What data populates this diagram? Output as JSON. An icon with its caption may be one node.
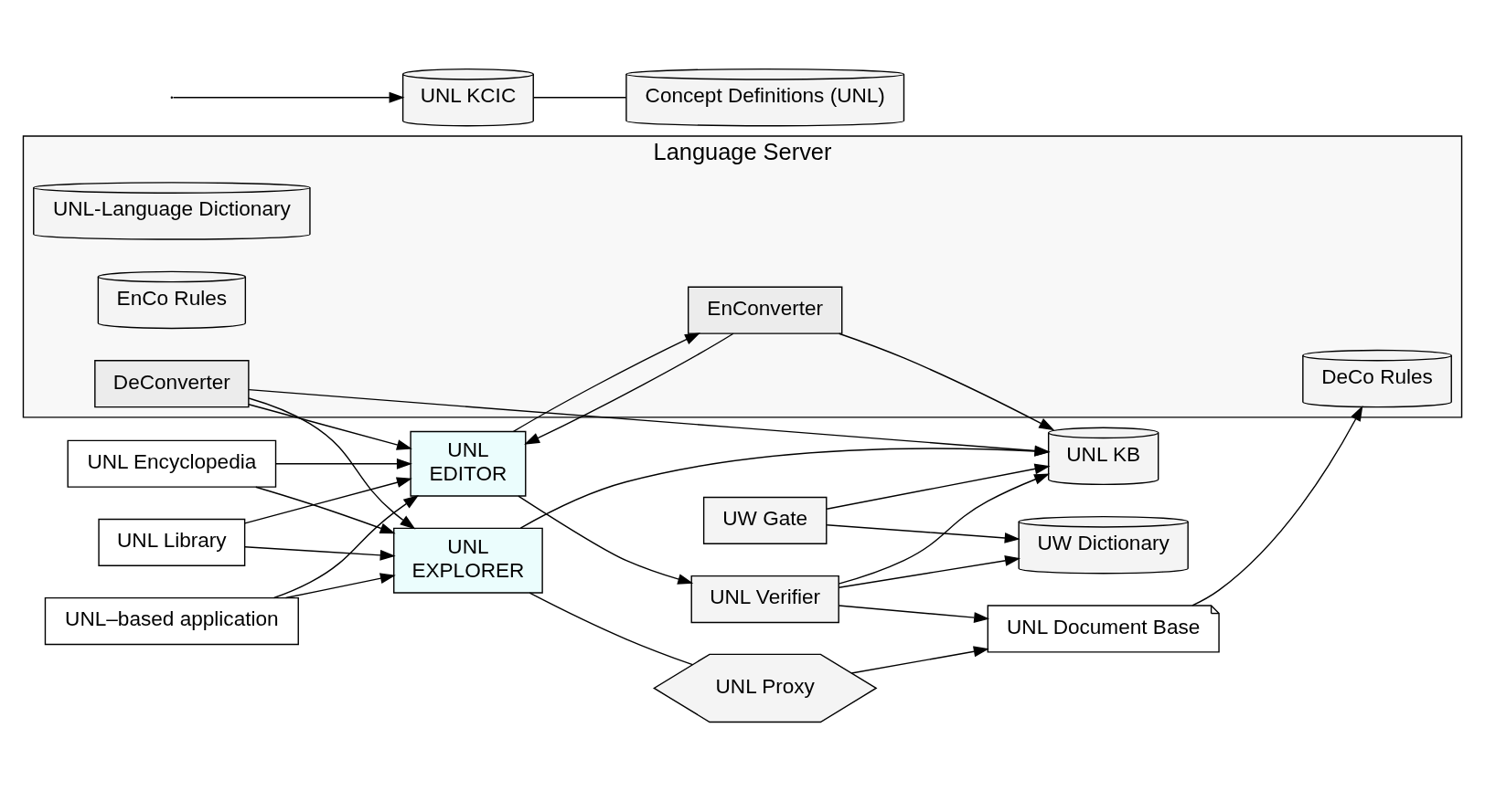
{
  "diagram": {
    "nodes": [
      {
        "text": [
          "UNL Encyclopedia"
        ]
      },
      {
        "text": [
          "UNL Library"
        ]
      },
      {
        "text": [
          "UNL–based application"
        ]
      },
      {
        "text": [
          "UNL",
          "EDITOR"
        ]
      },
      {
        "text": [
          "UNL",
          "EXPLORER"
        ]
      },
      {
        "text": [
          "UNL Verifier"
        ]
      },
      {
        "text": [
          "Language Server"
        ]
      },
      {
        "text": [
          "EnConverter"
        ],
        "in": 6
      },
      {
        "text": [
          "UNL-Language Dictionary"
        ],
        "in": 6
      },
      {
        "text": [
          "EnCo Rules"
        ],
        "in": 6
      },
      {
        "text": [
          "DeCo Rules"
        ],
        "in": 6
      },
      {
        "text": [
          "DeConverter"
        ],
        "in": 6
      },
      {
        "text": [
          "UNL Document Base"
        ]
      },
      {
        "text": [
          "UNL KCIC"
        ]
      },
      {
        "text": [
          "Concept Definitions (UNL)"
        ]
      },
      {
        "text": [
          "UNL KB"
        ]
      },
      {
        "text": [
          "UNL Proxy"
        ]
      },
      {
        "text": [
          "UW Gate"
        ]
      },
      {
        "text": [
          "UW Dictionary"
        ]
      }
    ],
    "edges": [
      {
        "from": null,
        "to": 13,
        "arrow": "to"
      },
      {
        "from": 0,
        "to": 3,
        "arrow": "to"
      },
      {
        "from": 0,
        "to": 4,
        "arrow": "to"
      },
      {
        "from": 1,
        "to": 3,
        "arrow": "to"
      },
      {
        "from": 1,
        "to": 4,
        "arrow": "to"
      },
      {
        "from": 2,
        "to": 3,
        "arrow": "to"
      },
      {
        "from": 2,
        "to": 4,
        "arrow": "to"
      },
      {
        "from": 3,
        "to": 5,
        "arrow": "to"
      },
      {
        "from": 3,
        "to": 7,
        "arrow": "to"
      },
      {
        "from": 7,
        "to": 3,
        "arrow": "to"
      },
      {
        "from": 11,
        "to": 3,
        "arrow": "to"
      },
      {
        "from": 11,
        "to": 4,
        "arrow": "to"
      },
      {
        "from": 5,
        "to": 12,
        "arrow": "to"
      },
      {
        "from": 5,
        "to": 15,
        "arrow": "to"
      },
      {
        "from": 5,
        "to": 18,
        "arrow": "to"
      },
      {
        "from": 12,
        "to": 10,
        "arrow": "to"
      },
      {
        "from": 16,
        "to": 12,
        "arrow": "to"
      },
      {
        "from": 7,
        "to": 15,
        "arrow": "to"
      },
      {
        "from": 11,
        "to": 15,
        "arrow": "to"
      },
      {
        "from": 4,
        "to": 15,
        "arrow": "to"
      },
      {
        "from": 17,
        "to": 15,
        "arrow": "to"
      },
      {
        "from": 4,
        "to": 16,
        "arrow": "none"
      },
      {
        "from": 17,
        "to": 18,
        "arrow": "to"
      },
      {
        "from": 13,
        "to": 14,
        "arrow": "none"
      }
    ]
  }
}
